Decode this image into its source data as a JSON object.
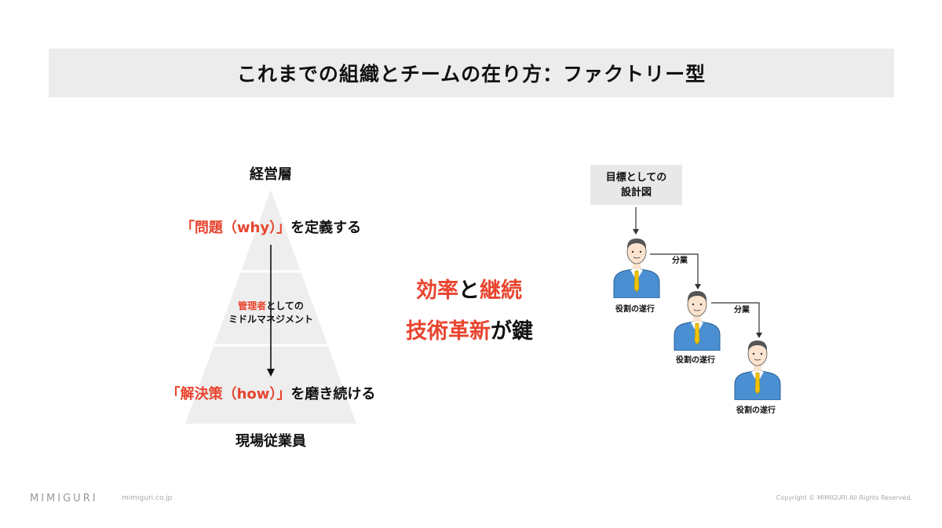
{
  "title": "これまでの組織とチームの在り方：ファクトリー型",
  "pyramid": {
    "top_label": "経営層",
    "bottom_label": "現場従業員",
    "why_red": "「問題（why）」",
    "why_black": "を定義する",
    "mid_red": "管理者",
    "mid_black": "としての",
    "mid_line2": "ミドルマネジメント",
    "how_red": "「解決策（how）」",
    "how_black": "を磨き続ける"
  },
  "center": {
    "line1_red_a": "効率",
    "line1_black": "と",
    "line1_red_b": "継続",
    "line2_red": "技術革新",
    "line2_black": "が鍵"
  },
  "flow": {
    "design_line1": "目標としての",
    "design_line2": "設計図",
    "divide_label": "分業",
    "role_label": "役割の遂行"
  },
  "footer": {
    "logo": "MIMIGURI",
    "url": "mimiguri.co.jp",
    "copyright": "Copyright © MIMIGURI All Rights Reserved."
  },
  "colors": {
    "accent_red": "#e8442e",
    "pyramid_gray": "#eeeeee",
    "title_bg": "#ececec",
    "suit_blue": "#4a8fd1",
    "tie_yellow": "#f2c200"
  }
}
